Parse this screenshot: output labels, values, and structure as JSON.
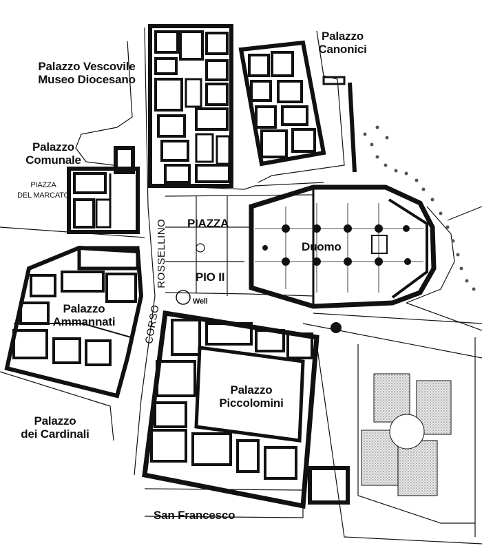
{
  "map": {
    "labels": {
      "palazzo_vescovile": [
        "Palazzo Vescovile",
        "Museo Diocesano"
      ],
      "palazzo_canonici": [
        "Palazzo",
        "Canonici"
      ],
      "palazzo_comunale": [
        "Palazzo",
        "Comunale"
      ],
      "piazza_mercato": [
        "PIAZZA",
        "DEL MARCATO"
      ],
      "piazza": "PIAZZA",
      "pio_ii": "PIO II",
      "duomo": "Duomo",
      "well": "Well",
      "rossellino": "ROSSELLINO",
      "corso": "CORSO",
      "palazzo_ammannati": [
        "Palazzo",
        "Ammannati"
      ],
      "palazzo_piccolomini": [
        "Palazzo",
        "Piccolomini"
      ],
      "palazzo_cardinali": [
        "Palazzo",
        "dei Cardinali"
      ],
      "san_francesco": "San Francesco"
    }
  }
}
